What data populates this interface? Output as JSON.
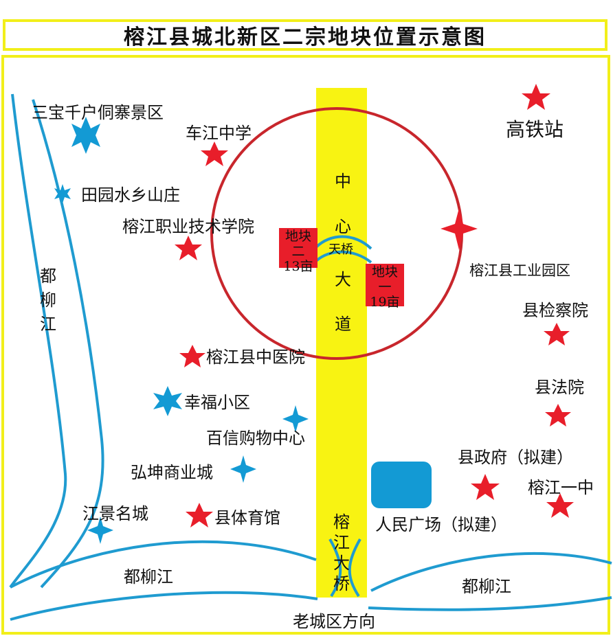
{
  "title": "榕江县城北新区二宗地块位置示意图",
  "colors": {
    "frame_yellow": "#f2ef1a",
    "road_yellow": "#f8f312",
    "river_blue": "#1f9bd0",
    "star_red": "#e81e2a",
    "star_blue": "#139ad4",
    "circle_red": "#c8262c"
  },
  "road": {
    "name": "中心大道",
    "chars": [
      "中",
      "心",
      "大",
      "道"
    ],
    "bridge_label": "天桥",
    "south_bridge": "榕江大桥"
  },
  "plots": [
    {
      "name": "地块二",
      "area": "13亩"
    },
    {
      "name": "地块一",
      "area": "19亩"
    }
  ],
  "landmarks_red": {
    "gaotie": "高铁站",
    "chejiang": "车江中学",
    "zhiye": "榕江职业技术学院",
    "gongye": "榕江县工业园区",
    "jianchayuan": "县检察院",
    "zhongyi": "榕江县中医院",
    "fayuan": "县法院",
    "zhengfu": "县政府（拟建）",
    "yizhong": "榕江一中",
    "tiyuguan": "县体育馆"
  },
  "landmarks_blue": {
    "sanbao": "三宝千户侗寨景区",
    "tianyuan": "田园水乡山庄",
    "xingfu": "幸福小区",
    "baixin": "百信购物中心",
    "hongkun": "弘坤商业城",
    "jiangjing": "江景名城",
    "plaza": "人民广场（拟建）"
  },
  "rivers": {
    "west_chars": [
      "都",
      "柳",
      "江"
    ],
    "south_west": "都柳江",
    "south_east": "都柳江"
  },
  "direction": "老城区方向"
}
